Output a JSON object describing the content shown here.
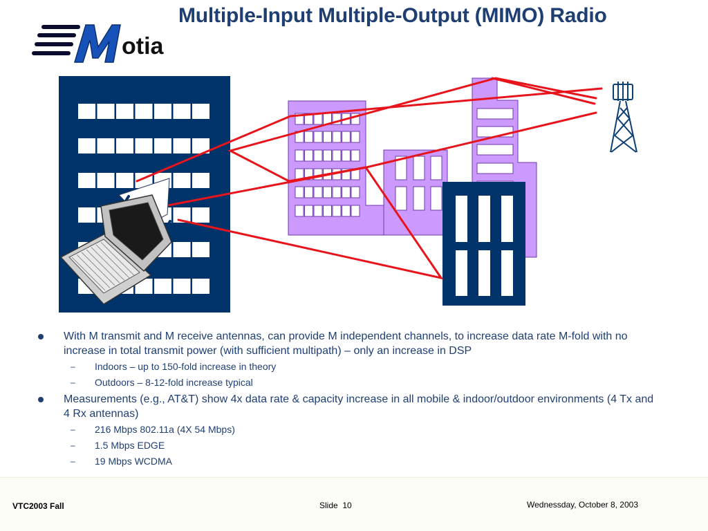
{
  "slide": {
    "title": "Multiple-Input Multiple-Output (MIMO) Radio",
    "logo_text": "otia",
    "bullets": [
      {
        "text": "With M transmit and M receive antennas, can provide M independent channels, to increase data rate M-fold with no increase in total transmit power (with sufficient multipath) – only an increase in DSP",
        "subitems": [
          "Indoors – up to 150-fold increase in theory",
          "Outdoors – 8-12-fold increase typical"
        ]
      },
      {
        "text": "Measurements (e.g., AT&T) show 4x data rate & capacity increase in all mobile & indoor/outdoor environments (4 Tx and 4 Rx antennas)",
        "subitems": [
          "216 Mbps 802.11a (4X 54 Mbps)",
          "1.5 Mbps EDGE",
          "19 Mbps WCDMA"
        ]
      }
    ]
  },
  "footer": {
    "left": "VTC2003 Fall",
    "slide_label": "Slide",
    "slide_number": "10",
    "date": "Wednessday, October 8, 2003"
  },
  "colors": {
    "title_text": "#1f3f73",
    "building_navy": "#00336a",
    "building_purple": "#cc99ff",
    "signal_path": "#e8141c",
    "tower": "#0b3e73"
  },
  "icons": {
    "logo": "motia-logo",
    "laptop": "laptop-icon",
    "tower": "cell-tower-icon"
  }
}
